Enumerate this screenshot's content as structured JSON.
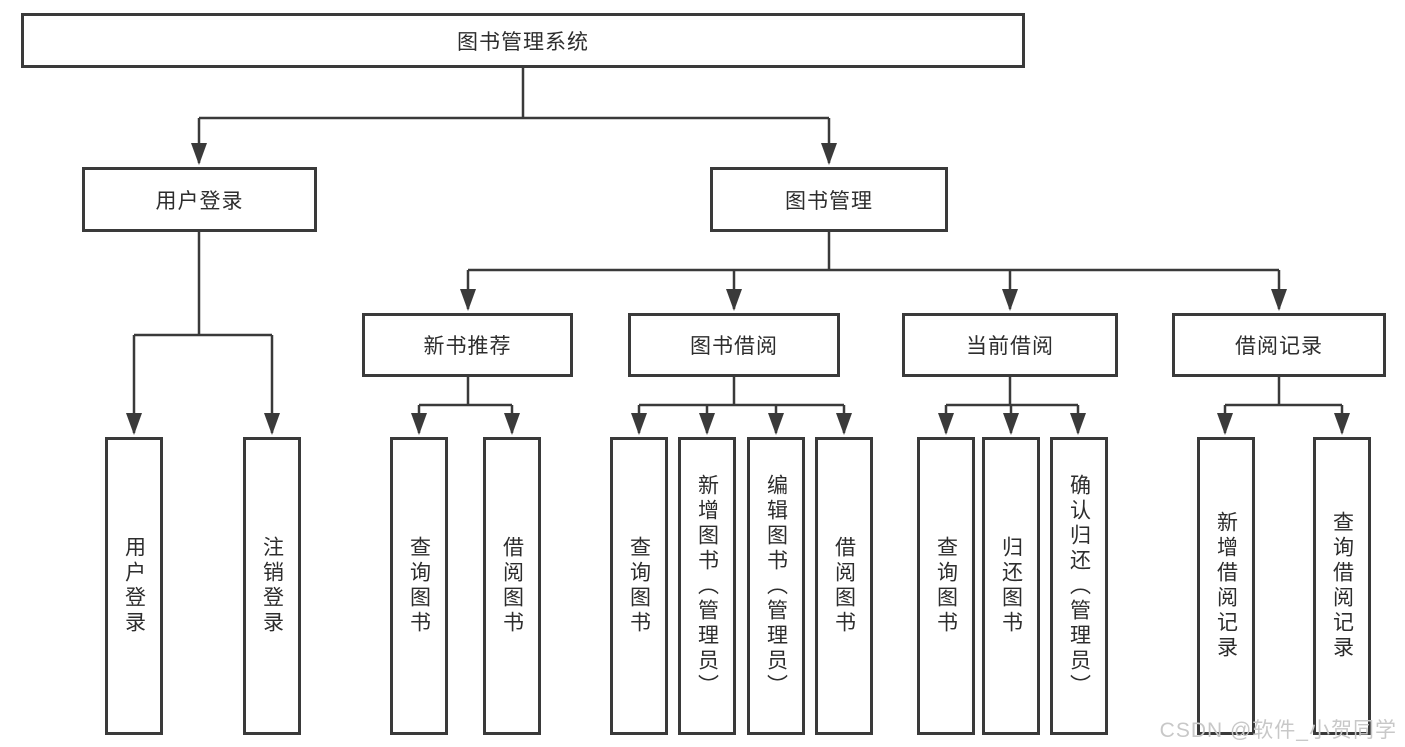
{
  "diagram": {
    "root_label": "图书管理系统",
    "level2": {
      "user_login": "用户登录",
      "book_management": "图书管理"
    },
    "level3": {
      "new_book_recommend": "新书推荐",
      "book_borrowing": "图书借阅",
      "current_borrowing": "当前借阅",
      "borrowing_records": "借阅记录"
    },
    "groups": {
      "user_login": [
        "用户登录",
        "注销登录"
      ],
      "new_book_recommend": [
        "查询图书",
        "借阅图书"
      ],
      "book_borrowing": [
        "查询图书",
        "新增图书（管理员）",
        "编辑图书（管理员）",
        "借阅图书"
      ],
      "current_borrowing": [
        "查询图书",
        "归还图书",
        "确认归还（管理员）"
      ],
      "borrowing_records": [
        "新增借阅记录",
        "查询借阅记录"
      ]
    },
    "watermark": "CSDN @软件_小贺同学",
    "colors": {
      "line": "#3a3a3a",
      "box_border": "#3a3a3a",
      "box_bg": "#ffffff",
      "text": "#2d2d2d",
      "watermark": "#c8c8c8"
    }
  }
}
